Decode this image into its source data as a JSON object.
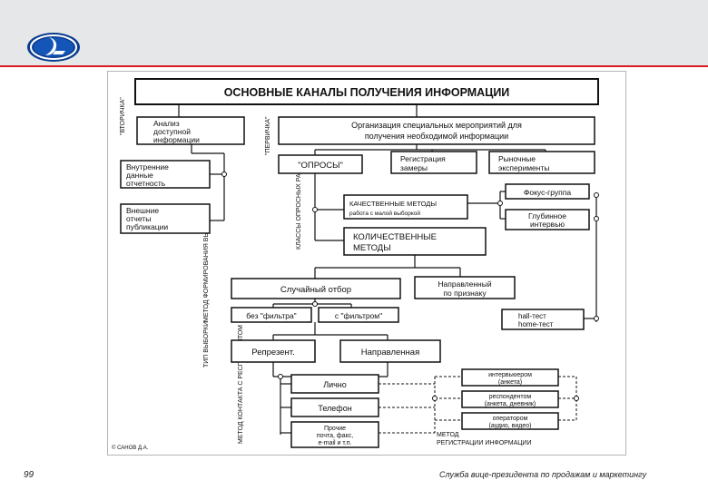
{
  "header": {
    "logo_icon": "lada-boat-logo-icon",
    "accent_color": "#d91c24",
    "brand_color": "#0a3d8f"
  },
  "figure": {
    "title": "ОСНОВНЫЕ КАНАЛЫ ПОЛУЧЕНИЯ ИНФОРМАЦИИ",
    "label_secondary": "\"ВТОРИЧКА\"",
    "label_primary": "\"ПЕРВИЧКА\"",
    "label_survey_classes": "КЛАССЫ ОПРОСНЫХ РАБОТ",
    "label_sampling_method": "МЕТОД ФОРМИРОВАНИЯ ВЫБОРКИ",
    "label_sample_type": "ТИП ВЫБОРКИ",
    "label_contact_method": "МЕТОД КОНТАКТА С РЕСПОНДЕНТОМ",
    "label_registration_method": [
      "МЕТОД",
      "РЕГИСТРАЦИИ ИНФОРМАЦИИ"
    ],
    "copyright": "© САНОВ Д.А.",
    "boxes": {
      "available_info_analysis": [
        "Анализ",
        "доступной",
        "информации"
      ],
      "internal_reporting": [
        "Внутренние",
        "данные",
        "отчетность"
      ],
      "external_reports": [
        "Внешние",
        "отчеты",
        "публикации"
      ],
      "special_events": [
        "Организация специальных мероприятий для",
        "получения необходимой информации"
      ],
      "surveys": "\"ОПРОСЫ\"",
      "measurement_registration": [
        "Регистрация",
        "замеры"
      ],
      "market_experiments": [
        "Рыночные",
        "эксперименты"
      ],
      "focus_group": "Фокус-группа",
      "qualitative_methods": [
        "КАЧЕСТВЕННЫЕ МЕТОДЫ",
        "работа с малой выборкой"
      ],
      "depth_interview": [
        "Глубинное",
        "интервью"
      ],
      "quantitative_methods": [
        "КОЛИЧЕСТВЕННЫЕ",
        "МЕТОДЫ"
      ],
      "random_selection": "Случайный отбор",
      "directed_by_attribute": [
        "Направленный",
        "по признаку"
      ],
      "without_filter": "без \"фильтра\"",
      "with_filter": "с \"фильтром\"",
      "hall_home_test": [
        "hall-тест",
        "home-тест"
      ],
      "representative": "Репрезент.",
      "directed": "Направленная",
      "personal": "Лично",
      "telephone": "Телефон",
      "other": [
        "Прочие",
        "почта, факс,",
        "e-mail и т.п."
      ],
      "by_interviewer": [
        "интервьюером",
        "(анкета)"
      ],
      "by_respondent": [
        "респондентом",
        "(анкета, дневник)"
      ],
      "by_operator": [
        "оператором",
        "(аудио, видео)"
      ]
    }
  },
  "footer": {
    "slide_number": "99",
    "department": "Служба вице-президента по продажам и маркетингу"
  }
}
